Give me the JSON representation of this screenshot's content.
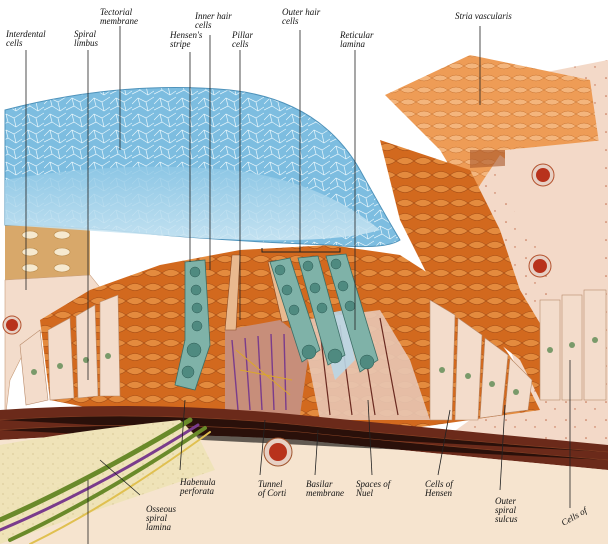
{
  "labels": {
    "interdental_cells": [
      "Interdental",
      "cells"
    ],
    "spiral_limbus": [
      "Spiral",
      "limbus"
    ],
    "tectorial_membrane": [
      "Tectorial",
      "membrane"
    ],
    "hensens_stripe": [
      "Hensen's",
      "stripe"
    ],
    "inner_hair_cells": [
      "Inner hair",
      "cells"
    ],
    "pillar_cells": [
      "Pillar",
      "cells"
    ],
    "outer_hair_cells": [
      "Outer hair",
      "cells"
    ],
    "reticular_lamina": [
      "Reticular",
      "lamina"
    ],
    "stria_vascularis": "Stria vascularis",
    "habenula_perforata": [
      "Habenula",
      "perforata"
    ],
    "osseous_spiral_lamina": [
      "Osseous",
      "spiral",
      "lamina"
    ],
    "tunnel_of_corti": [
      "Tunnel",
      "of Corti"
    ],
    "basilar_membrane": [
      "Basilar",
      "membrane"
    ],
    "spaces_of_nuel": [
      "Spaces of",
      "Nuel"
    ],
    "cells_of_hensen": [
      "Cells of",
      "Hensen"
    ],
    "outer_spiral_sulcus": [
      "Outer",
      "spiral",
      "sulcus"
    ],
    "cells_of_claudius": "Cells of"
  },
  "colors": {
    "tectorial": "#6fb5d9",
    "tissue_orange": "#d2691e",
    "tissue_light": "#e89a55",
    "cell_pale": "#f3dccb",
    "hair_cell_teal": "#7fb2a8",
    "basilar_dark": "#6b2a1a",
    "nerve_green": "#6a8a2a",
    "nerve_purple": "#7a3c8c",
    "bone": "#efe3b8",
    "vessel_red": "#b8321c"
  }
}
